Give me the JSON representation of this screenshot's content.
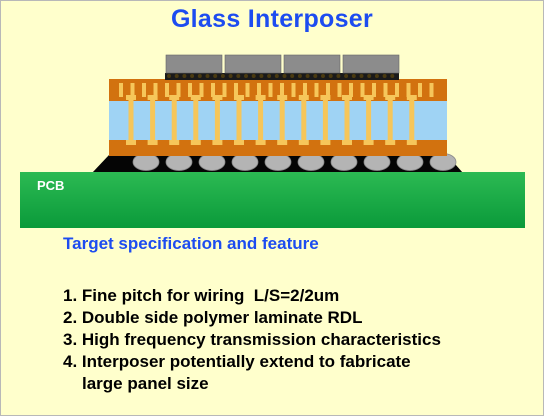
{
  "title": "Glass Interposer",
  "diagram": {
    "pcb_label": "PCB",
    "colors": {
      "chip": "#8c8c8c",
      "rdl": "#d2720f",
      "glass": "#9fd3f4",
      "via": "#f6c65a",
      "ball": "#b4b4b4",
      "substrate": "#050505",
      "pcb_top": "#2cba53",
      "pcb_bottom": "#0a9a3a"
    }
  },
  "spec": {
    "heading": "Target specification and feature",
    "items": [
      "1. Fine pitch for wiring  L/S=2/2um",
      "2. Double side polymer laminate RDL",
      "3. High frequency transmission characteristics",
      "4. Interposer potentially extend to fabricate"
    ],
    "item4_continuation": "large panel size"
  }
}
